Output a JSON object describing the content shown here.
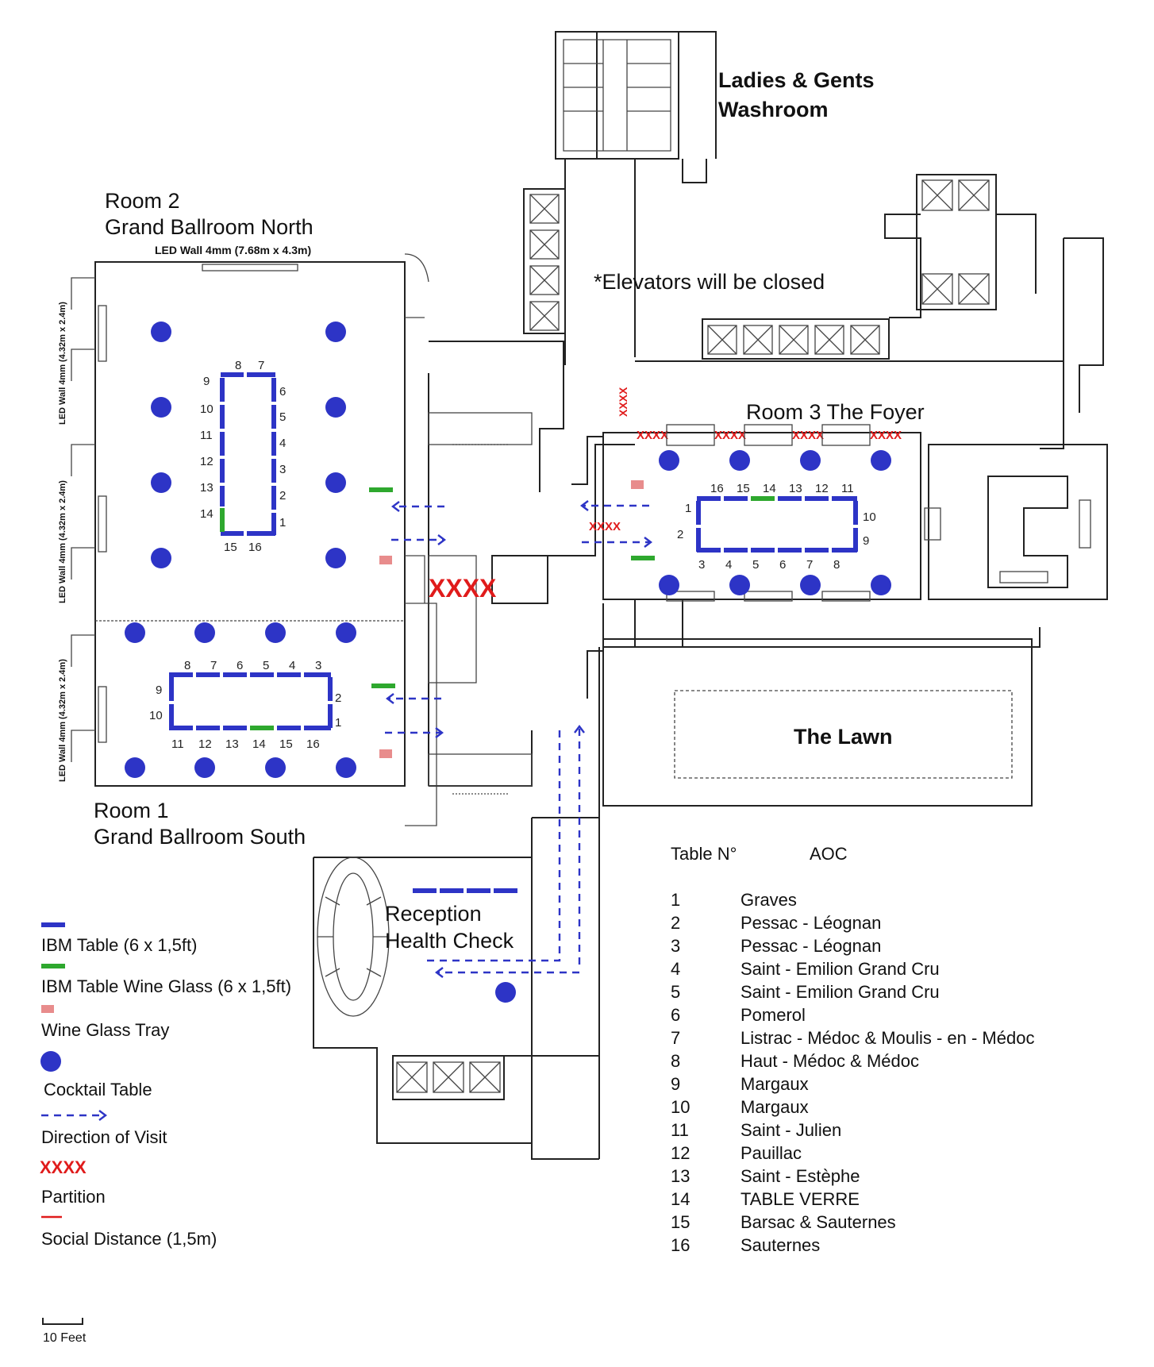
{
  "rooms": {
    "room2_line1": "Room 2",
    "room2_line2": "Grand Ballroom North",
    "room1_line1": "Room 1",
    "room1_line2": "Grand Ballroom South",
    "room3": "Room 3 The Foyer",
    "washroom_line1": "Ladies & Gents",
    "washroom_line2": "Washroom",
    "lawn": "The Lawn",
    "reception_line1": "Reception",
    "reception_line2": "Health Check"
  },
  "notes": {
    "elevators": "*Elevators will be closed",
    "led_wall_top": "LED Wall 4mm (7.68m x 4.3m)",
    "led_wall_side": "LED Wall 4mm (4.32m x 2.4m)",
    "partition_mark": "XXXX"
  },
  "legend": {
    "ibm_table": "IBM Table (6 x 1,5ft)",
    "ibm_wine": "IBM Table Wine Glass (6 x 1,5ft)",
    "wine_tray": "Wine Glass Tray",
    "cocktail": "Cocktail Table",
    "direction": "Direction of Visit",
    "partition": "Partition",
    "partition_symbol": "XXXX",
    "social": "Social Distance (1,5m)",
    "scale": "10 Feet"
  },
  "colors": {
    "ibm_table": "#2d34c6",
    "wine_glass_table": "#2ea82e",
    "tray": "#e88c8c",
    "partition": "#e01b1b"
  },
  "table_numbers": [
    "1",
    "2",
    "3",
    "4",
    "5",
    "6",
    "7",
    "8",
    "9",
    "10",
    "11",
    "12",
    "13",
    "14",
    "15",
    "16"
  ],
  "aoc_table": {
    "header_table": "Table N°",
    "header_aoc": "AOC",
    "rows": [
      {
        "n": "1",
        "aoc": "Graves"
      },
      {
        "n": "2",
        "aoc": "Pessac - Léognan"
      },
      {
        "n": "3",
        "aoc": "Pessac - Léognan"
      },
      {
        "n": "4",
        "aoc": "Saint - Emilion Grand Cru"
      },
      {
        "n": "5",
        "aoc": "Saint - Emilion Grand Cru"
      },
      {
        "n": "6",
        "aoc": "Pomerol"
      },
      {
        "n": "7",
        "aoc": "Listrac - Médoc & Moulis - en - Médoc"
      },
      {
        "n": "8",
        "aoc": "Haut - Médoc & Médoc"
      },
      {
        "n": "9",
        "aoc": "Margaux"
      },
      {
        "n": "10",
        "aoc": "Margaux"
      },
      {
        "n": "11",
        "aoc": "Saint - Julien"
      },
      {
        "n": "12",
        "aoc": "Pauillac"
      },
      {
        "n": "13",
        "aoc": "Saint - Estèphe"
      },
      {
        "n": "14",
        "aoc": "TABLE VERRE"
      },
      {
        "n": "15",
        "aoc": "Barsac & Sauternes"
      },
      {
        "n": "16",
        "aoc": "Sauternes"
      }
    ]
  }
}
